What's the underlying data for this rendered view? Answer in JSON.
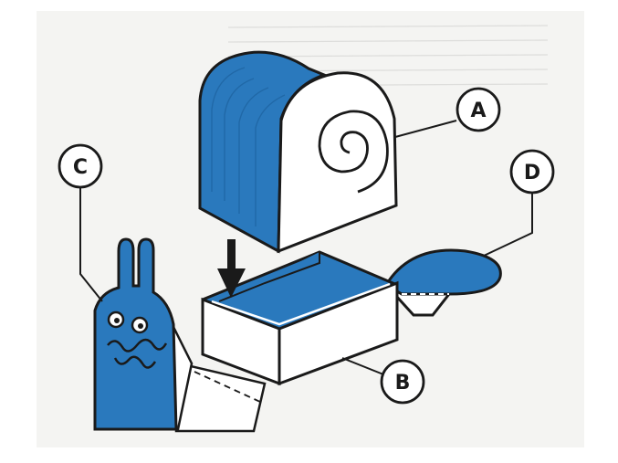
{
  "colors": {
    "paper": "#f4f4f2",
    "ink": "#1a1a1a",
    "blue": "#2a79bd",
    "white": "#ffffff"
  },
  "parts": [
    {
      "label": "A",
      "icon": "snail-shell-icon"
    },
    {
      "label": "B",
      "icon": "open-box-icon"
    },
    {
      "label": "C",
      "icon": "snail-head-icon"
    },
    {
      "label": "D",
      "icon": "tail-flap-icon"
    }
  ],
  "arrow": {
    "icon": "down-arrow-icon"
  }
}
